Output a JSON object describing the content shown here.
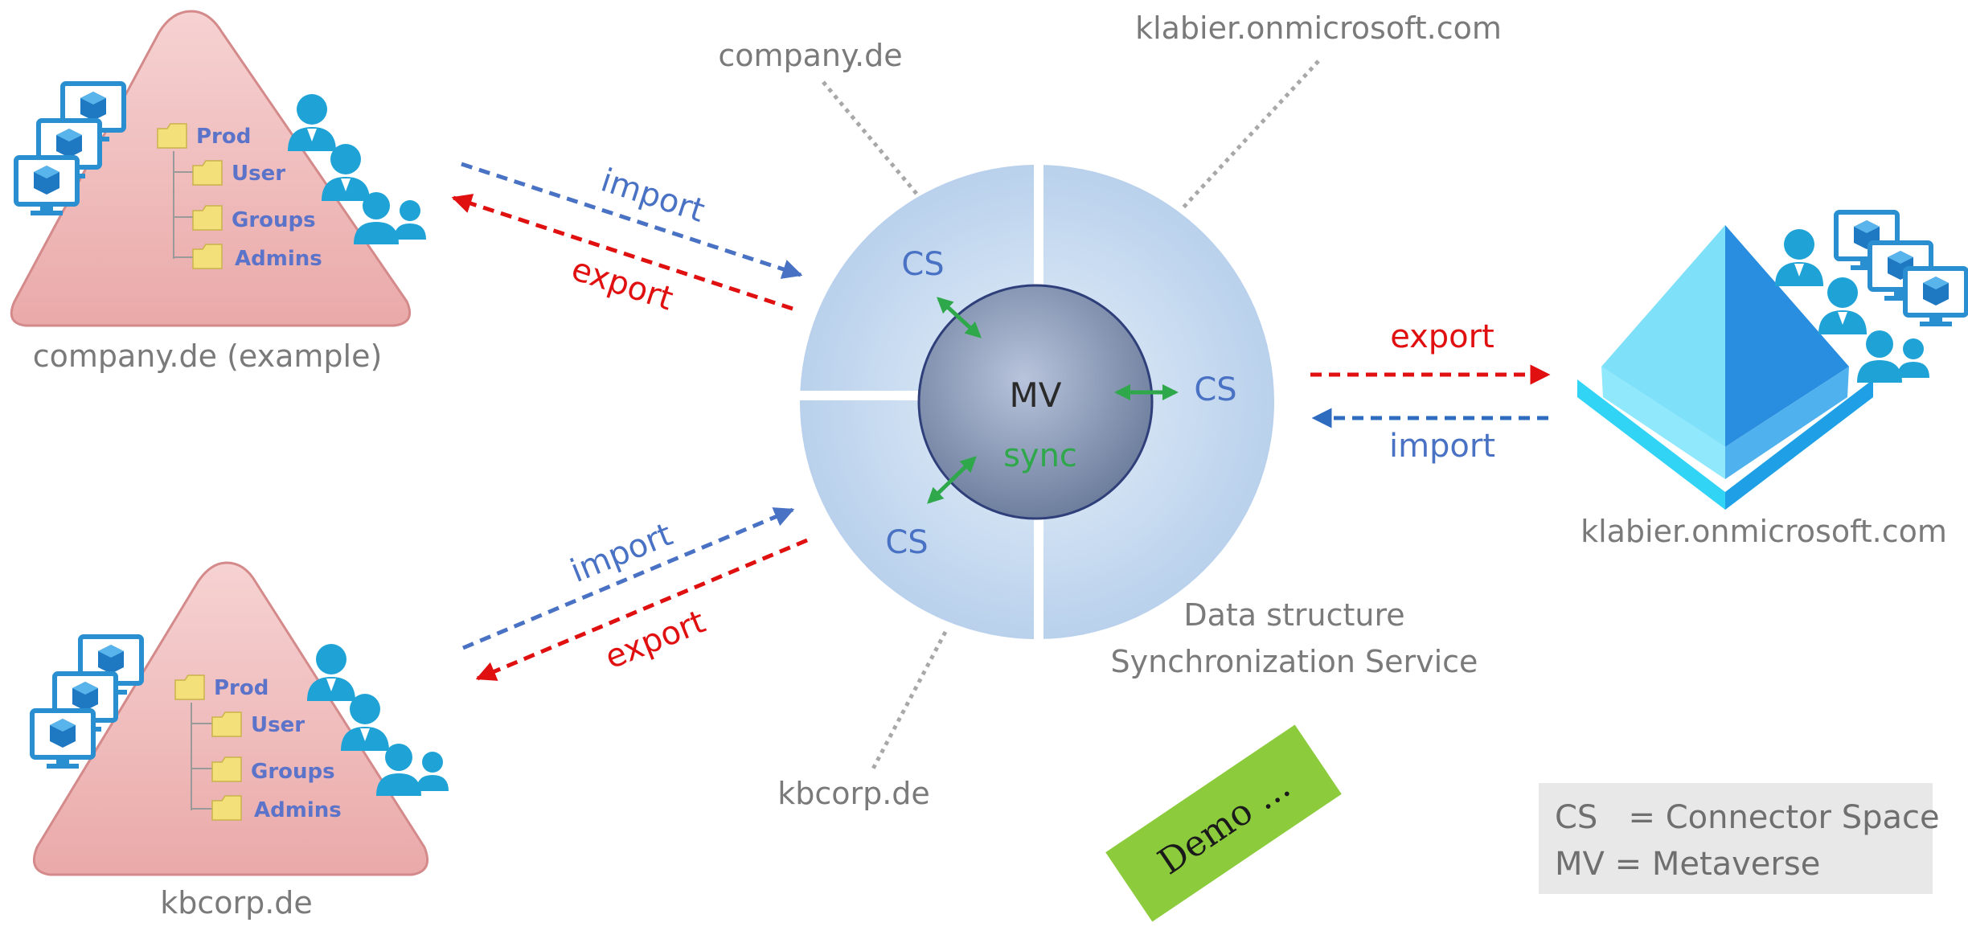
{
  "domains": {
    "top_left_label": "company.de (example)",
    "bottom_left_label": "kbcorp.de",
    "right_label": "klabier.onmicrosoft.com",
    "spoke_top_left": "company.de",
    "spoke_top_right": "klabier.onmicrosoft.com",
    "spoke_bottom": "kbcorp.de"
  },
  "tree": {
    "root": "Prod",
    "items": [
      "User",
      "Groups",
      "Admins"
    ]
  },
  "flows": {
    "top_left_import": "import",
    "top_left_export": "export",
    "bottom_left_import": "import",
    "bottom_left_export": "export",
    "right_export": "export",
    "right_import": "import"
  },
  "hub": {
    "cs_top": "CS",
    "cs_right": "CS",
    "cs_bottom": "CS",
    "mv": "MV",
    "sync": "sync",
    "caption_line1": "Data structure",
    "caption_line2": "Synchronization Service"
  },
  "legend": {
    "line1": "CS   = Connector Space",
    "line2": "MV = Metaverse"
  },
  "demo": "Demo ...",
  "colors": {
    "import_blue": "#4a72c4",
    "export_red": "#e01010",
    "sync_green": "#2ea84a",
    "triangle_fill": "#f2c0c0",
    "demo_green": "#8ccc3c"
  }
}
